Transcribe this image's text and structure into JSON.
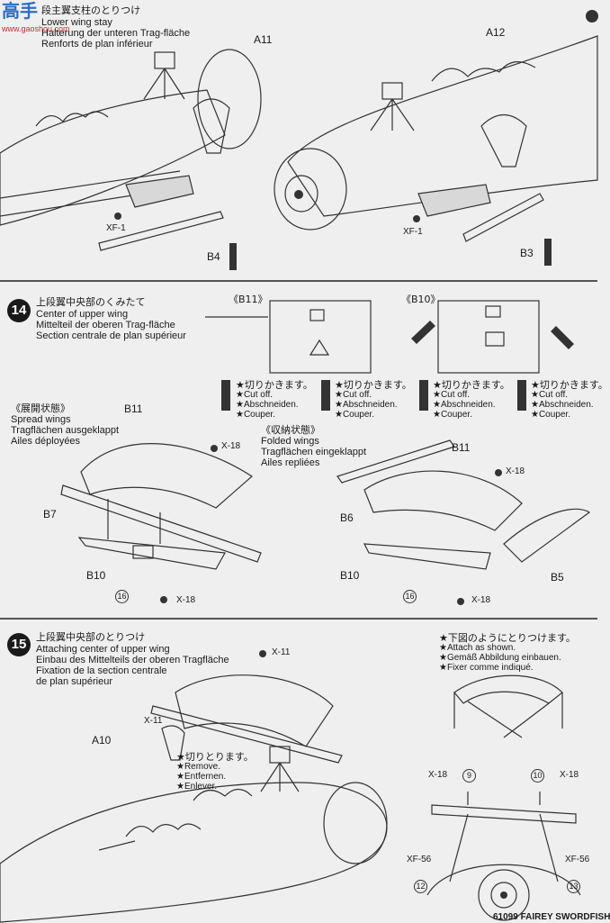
{
  "watermark": {
    "top": "高手",
    "sub": "www.gaoshou.com"
  },
  "step13": {
    "title_jp": "段主翼支柱のとりつけ",
    "title_en": "Lower wing stay",
    "title_de": "Halterung der unteren Trag-fläche",
    "title_fr": "Renforts de plan inférieur",
    "labels": {
      "a11": "A11",
      "a12": "A12",
      "xf1_left": "XF-1",
      "xf1_right": "XF-1",
      "b4": "B4",
      "b3": "B3"
    }
  },
  "step14": {
    "number": "14",
    "title_jp": "上段翼中央部のくみたて",
    "title_en": "Center of upper wing",
    "title_de": "Mittelteil der oberen Trag-fläche",
    "title_fr": "Section centrale de plan supérieur",
    "b11_tag": "《B11》",
    "b10_tag": "《B10》",
    "cut_jp": "★切りかきます。",
    "cut_en": "★Cut off.",
    "cut_de": "★Abschneiden.",
    "cut_fr": "★Couper.",
    "spread_jp": "《展開状態》",
    "spread_en": "Spread wings",
    "spread_de": "Tragflächen ausgeklappt",
    "spread_fr": "Ailes déployées",
    "folded_jp": "《収納状態》",
    "folded_en": "Folded wings",
    "folded_de": "Tragflächen eingeklappt",
    "folded_fr": "Ailes repliées",
    "labels": {
      "b11_left": "B11",
      "b11_right": "B11",
      "x18_a": "X-18",
      "x18_b": "X-18",
      "x18_c": "X-18",
      "x18_d": "X-18",
      "b7": "B7",
      "b6": "B6",
      "b10_left": "B10",
      "b10_right": "B10",
      "b5": "B5",
      "c16a": "16",
      "c16b": "16"
    }
  },
  "step15": {
    "number": "15",
    "title_jp": "上段翼中央部のとりつけ",
    "title_en": "Attaching center of upper wing",
    "title_de": "Einbau des Mittelteils der oberen Tragfläche",
    "title_fr1": "Fixation de la section centrale",
    "title_fr2": "de plan supérieur",
    "attach_jp": "★下図のようにとりつけます。",
    "attach_en": "★Attach as shown.",
    "attach_de": "★Gemäß Abbildung einbauen.",
    "attach_fr": "★Fixer comme indiqué.",
    "remove_jp": "★切りとります。",
    "remove_en": "★Remove.",
    "remove_de": "★Entfernen.",
    "remove_fr": "★Enlever.",
    "labels": {
      "x11a": "X-11",
      "x11b": "X-11",
      "a10": "A10",
      "x18_9": "X-18",
      "c9": "9",
      "c10": "10",
      "x18_10": "X-18",
      "xf56a": "XF-56",
      "xf56b": "XF-56",
      "c12": "12",
      "c13": "13"
    }
  },
  "footer": "61099 FAIREY SWORDFISH"
}
